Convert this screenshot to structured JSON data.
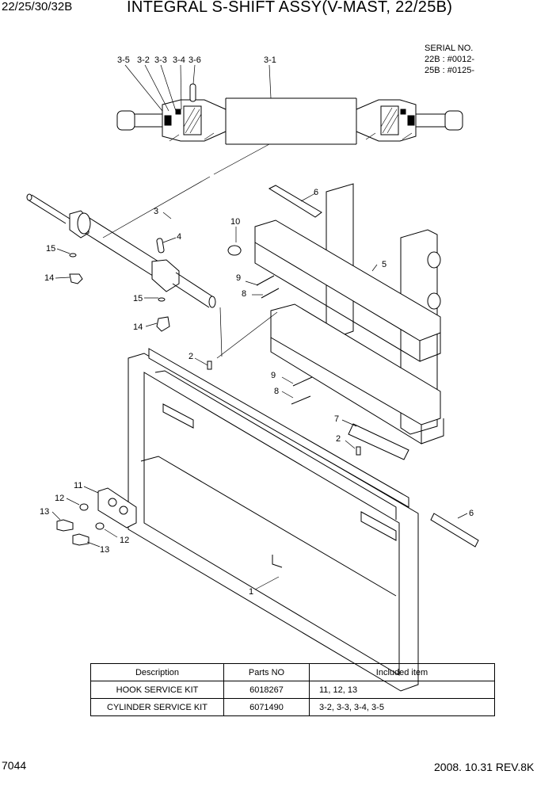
{
  "header": {
    "model": "22/25/30/32B",
    "title": "INTEGRAL S-SHIFT ASSY(V-MAST, 22/25B)"
  },
  "serial": {
    "title": "SERIAL NO.",
    "line_22b": "22B : #0012-",
    "line_25b": "25B : #0125-"
  },
  "callouts": {
    "c3_5": "3-5",
    "c3_2": "3-2",
    "c3_3": "3-3",
    "c3_4": "3-4",
    "c3_6": "3-6",
    "c3_1": "3-1",
    "c3": "3",
    "c4": "4",
    "c15a": "15",
    "c14a": "14",
    "c15b": "15",
    "c14b": "14",
    "c6a": "6",
    "c10": "10",
    "c5": "5",
    "c9a": "9",
    "c8a": "8",
    "c2a": "2",
    "c9b": "9",
    "c8b": "8",
    "c7": "7",
    "c2b": "2",
    "c11": "11",
    "c12a": "12",
    "c13a": "13",
    "c12b": "12",
    "c13b": "13",
    "c6b": "6",
    "c1": "1"
  },
  "table": {
    "headers": [
      "Description",
      "Parts NO",
      "Included item"
    ],
    "rows": [
      {
        "description": "HOOK SERVICE KIT",
        "parts_no": "6018267",
        "included": "11, 12, 13"
      },
      {
        "description": "CYLINDER SERVICE KIT",
        "parts_no": "6071490",
        "included": "3-2, 3-3, 3-4, 3-5"
      }
    ]
  },
  "footer": {
    "page": "7044",
    "revision": "2008. 10.31  REV.8K"
  }
}
